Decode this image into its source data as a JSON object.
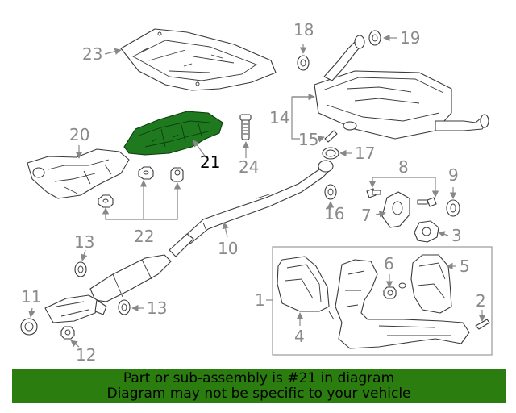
{
  "callouts": {
    "c1": "1",
    "c2": "2",
    "c3": "3",
    "c4": "4",
    "c5": "5",
    "c6": "6",
    "c7": "7",
    "c8": "8",
    "c9": "9",
    "c10": "10",
    "c11": "11",
    "c12": "12",
    "c13a": "13",
    "c13b": "13",
    "c14": "14",
    "c15": "15",
    "c16": "16",
    "c17": "17",
    "c18": "18",
    "c19": "19",
    "c20": "20",
    "c21": "21",
    "c22": "22",
    "c23": "23",
    "c24": "24"
  },
  "highlight": {
    "part_number": "21",
    "color": "#2b7d0f"
  },
  "footer": {
    "line1": "Part or sub-assembly is #21 in diagram",
    "line2": "Diagram may not be specific to your vehicle"
  }
}
